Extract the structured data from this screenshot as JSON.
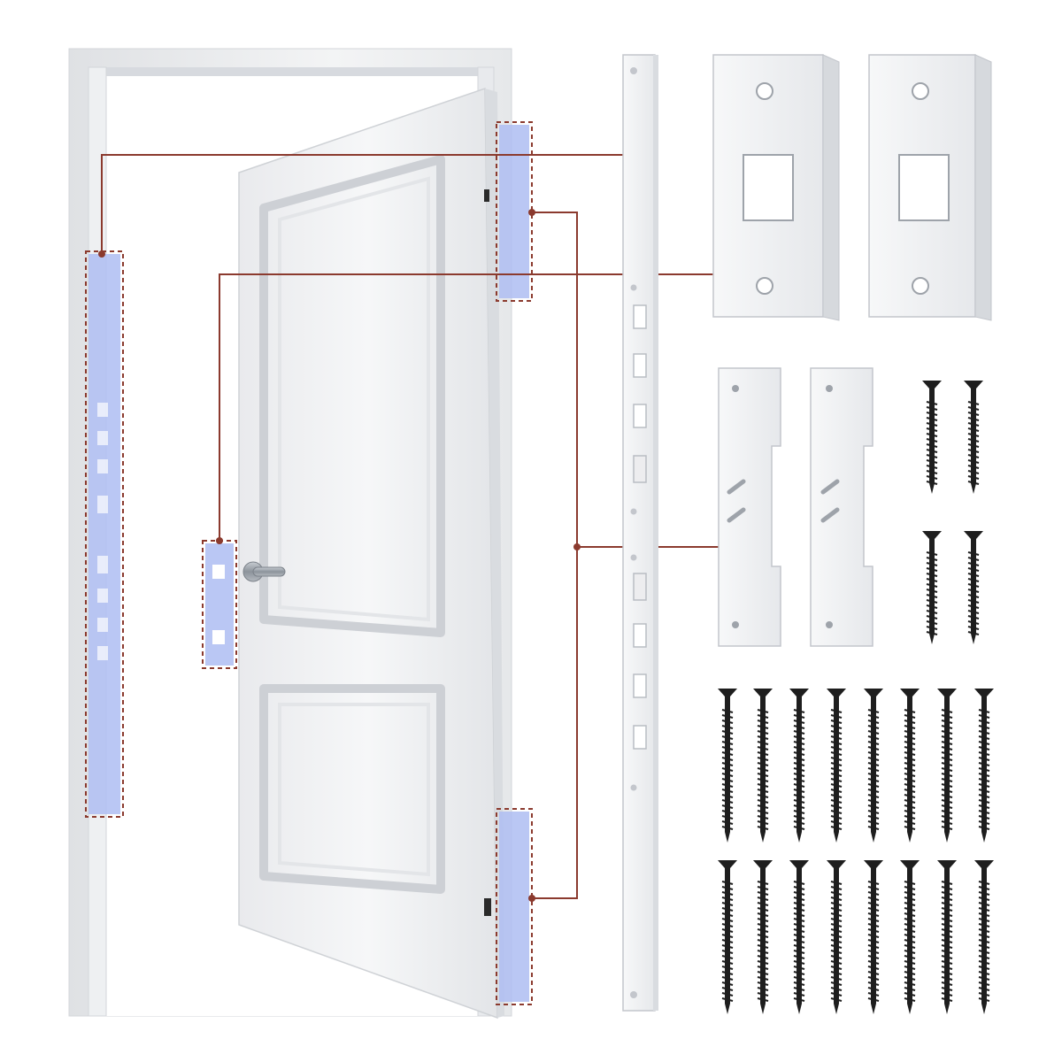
{
  "colors": {
    "background": "#ffffff",
    "frame": "#eceef0",
    "frame_shadow": "#c9ccd1",
    "door": "#f1f2f4",
    "door_panel_inset": "#e2e4e8",
    "highlight_blue": "#aebdf2",
    "callout_line": "#8b3a2e",
    "metal": "#f4f5f7",
    "metal_edge": "#c3c6cc",
    "screw": "#1e1e1e",
    "handle": "#9aa0a8"
  },
  "icons": {
    "plates": "strike-plate-icon",
    "shims": "hinge-shim-icon",
    "screws": "screw-icon",
    "handle": "door-handle-icon"
  },
  "parts": {
    "long_bar_count": 1,
    "strike_plate_count": 2,
    "hinge_shim_count": 2,
    "short_screw_count": 4,
    "long_screw_count": 16
  }
}
